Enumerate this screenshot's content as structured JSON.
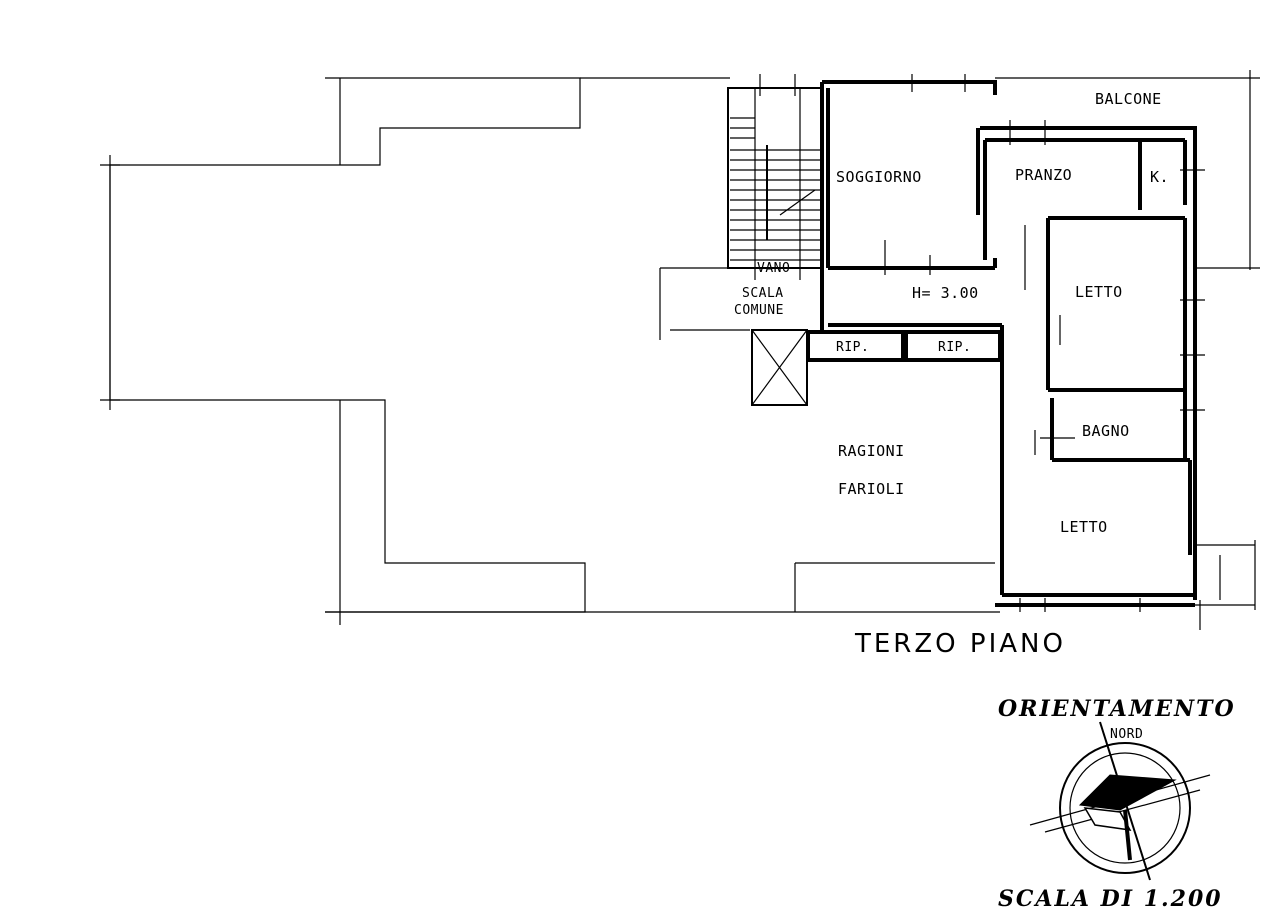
{
  "plan": {
    "title": "TERZO PIANO",
    "rooms": {
      "balcone": "BALCONE",
      "soggiorno": "SOGGIORNO",
      "pranzo": "PRANZO",
      "cucina": "K.",
      "vano": "VANO",
      "scala": "SCALA",
      "comune": "COMUNE",
      "height": "H= 3.00",
      "letto_1": "LETTO",
      "letto_2": "LETTO",
      "rip_1": "RIP.",
      "rip_2": "RIP.",
      "bagno": "BAGNO",
      "ragioni": "RAGIONI",
      "farioli": "FARIOLI"
    }
  },
  "orientation": {
    "heading": "ORIENTAMENTO",
    "north": "NORD"
  },
  "scale": {
    "label": "SCALA DI 1.200"
  }
}
